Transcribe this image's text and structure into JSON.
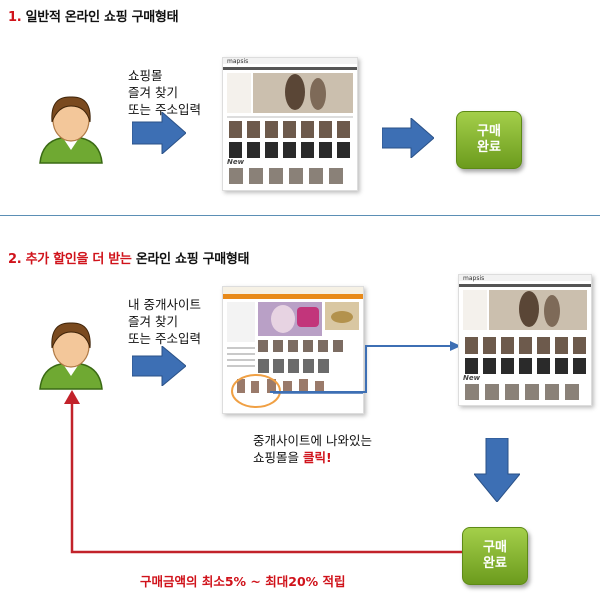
{
  "section1": {
    "number": "1.",
    "title": "일반적 온라인 쇼핑 구매형태",
    "label_lines": [
      "쇼핑몰",
      "즐겨 찾기",
      "또는 주소입력"
    ],
    "done": [
      "구매",
      "완료"
    ]
  },
  "section2": {
    "number": "2.",
    "title_red": "추가 할인을 더 받는",
    "title_rest": "온라인 쇼핑 구매형태",
    "label_lines": [
      "내 중개사이트",
      "즐겨 찾기",
      "또는 주소입력"
    ],
    "note_line1": "중개사이트에 나와있는",
    "note_line2_prefix": "쇼핑몰을 ",
    "note_click": "클릭!",
    "done": [
      "구매",
      "완료"
    ],
    "bottom_note": "구매금액의  최소5% ~ 최대20% 적립"
  },
  "shop": {
    "logo": "mapsis",
    "new_label": "New"
  },
  "colors": {
    "arrow_blue": "#3d6fb4",
    "red": "#d0131b",
    "green": "#7bab2a",
    "divider": "#5b8fb5"
  },
  "icons": [
    "user-avatar-icon",
    "arrow-right-icon",
    "arrow-down-icon"
  ]
}
